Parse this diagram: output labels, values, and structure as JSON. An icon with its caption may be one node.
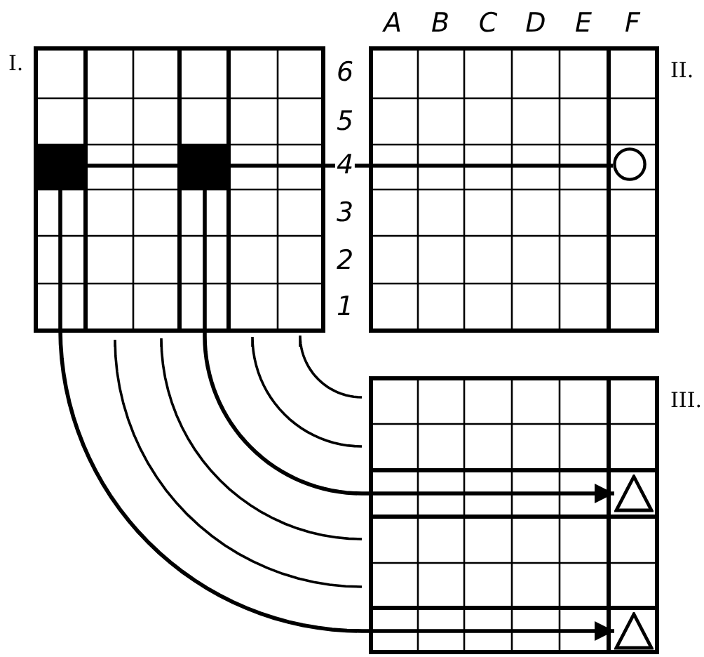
{
  "diagram": {
    "nodes": [
      {
        "text": [
          "I."
        ]
      },
      {
        "text": [
          "II."
        ]
      },
      {
        "text": [
          "III."
        ]
      },
      {
        "text": [],
        "shape": "box",
        "in": 0
      },
      {
        "text": [],
        "shape": "box",
        "in": 0
      },
      {
        "text": [],
        "shape": "circle",
        "in": 1
      },
      {
        "text": [],
        "shape": "triangle",
        "in": 2
      },
      {
        "text": [],
        "shape": "triangle",
        "in": 2
      }
    ],
    "edges": [
      {
        "from": 3,
        "to": 4,
        "arrow": "none"
      },
      {
        "from": 4,
        "to": 5,
        "arrow": "none"
      },
      {
        "from": 4,
        "to": 6,
        "arrow": "to"
      },
      {
        "from": 3,
        "to": 7,
        "arrow": "to"
      }
    ],
    "labels": [
      "A",
      "B",
      "C",
      "D",
      "E",
      "F",
      "6",
      "5",
      "4",
      "3",
      "2",
      "1"
    ]
  }
}
